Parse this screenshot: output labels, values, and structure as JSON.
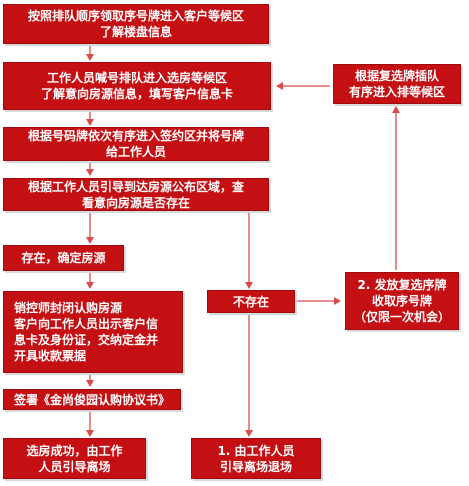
{
  "steps": {
    "step1": "按照排队顺序领取序号牌进入客户等候区\n了解楼盘信息",
    "step2": "工作人员喊号排队进入选房等候区\n了解意向房源信息，填写客户信息卡",
    "step3": "根据号码牌依次有序进入签约区并将号牌\n给工作人员",
    "step4": "根据工作人员引导到达房源公布区域，查\n看意向房源是否存在",
    "exists": "存在，确定房源",
    "sales": "销控师封闭认购房源\n客户向工作人员出示客户信\n息卡及身份证，交纳定金并\n开具收款票据",
    "sign": "签署《金尚俊园认购协议书》",
    "success": "选房成功，由工作\n人员引导离场",
    "not_exists": "不存在",
    "leave": "1.  由工作人员\n引导离场退场",
    "reissue": "2. 发放复选序牌\n收取序号牌\n（仅限一次机会）",
    "requeue": "根据复选牌插队\n有序进入排等候区"
  },
  "colors": {
    "box": "#c40f13",
    "arrow": "#d94a4a"
  }
}
